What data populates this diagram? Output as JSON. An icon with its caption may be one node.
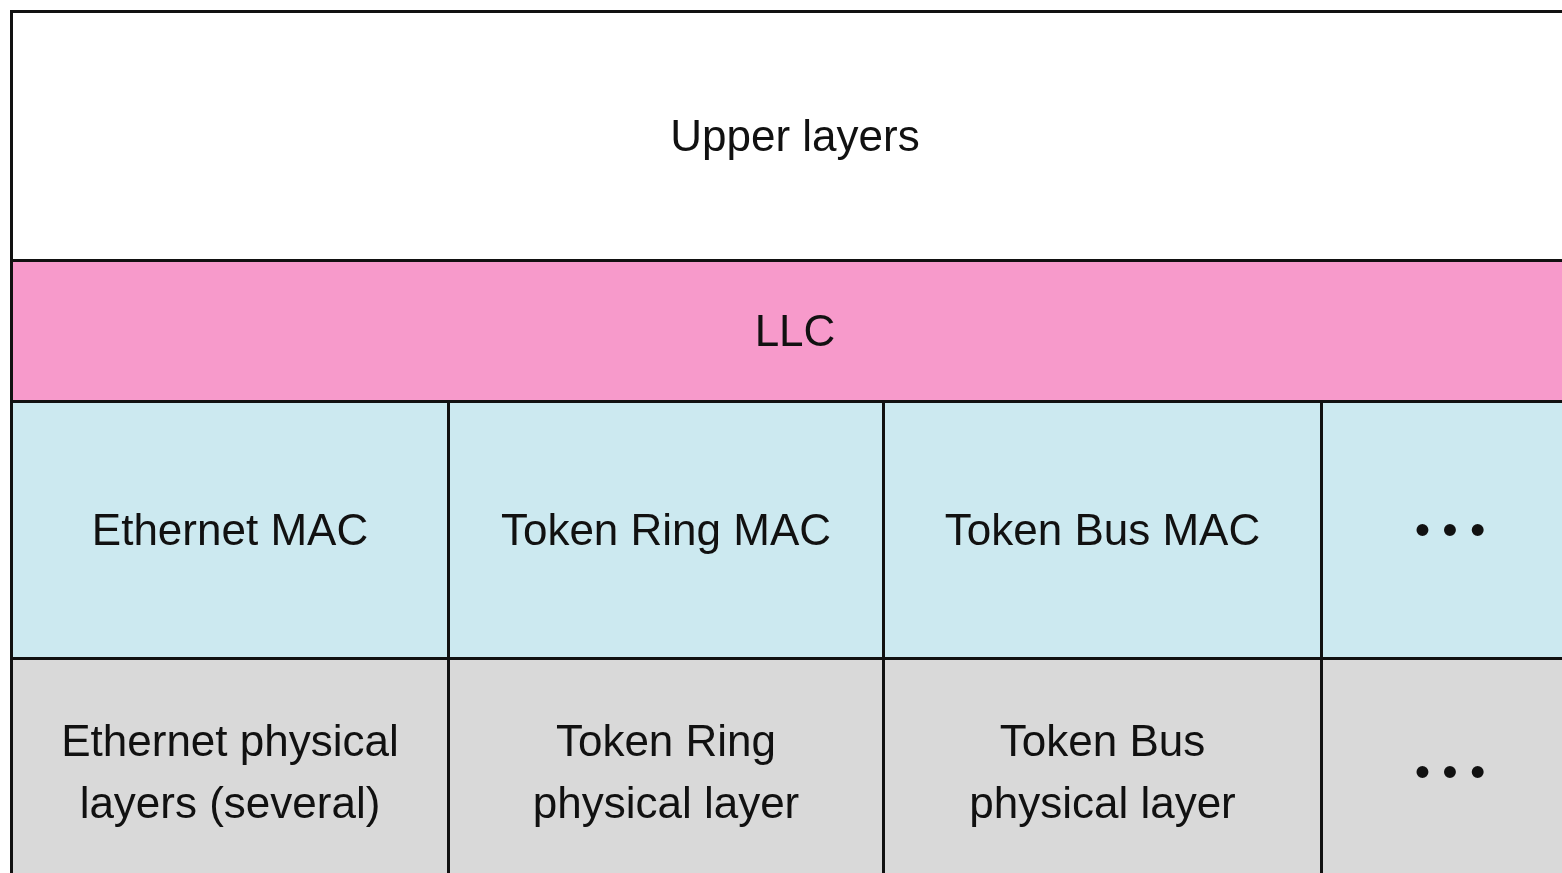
{
  "diagram": {
    "nodes": [
      {
        "text": [
          "Upper layers"
        ]
      },
      {
        "text": [
          "LLC"
        ]
      },
      {
        "text": [
          "Ethernet MAC"
        ]
      },
      {
        "text": [
          "Token Ring MAC"
        ]
      },
      {
        "text": [
          "Token Bus MAC"
        ]
      },
      {
        "text": [
          "• • •"
        ]
      },
      {
        "text": [
          "Ethernet physical layers (several)"
        ]
      },
      {
        "text": [
          "Token Ring physical layer"
        ]
      },
      {
        "text": [
          "Token Bus physical layer"
        ]
      },
      {
        "text": [
          "• • •"
        ]
      }
    ]
  }
}
